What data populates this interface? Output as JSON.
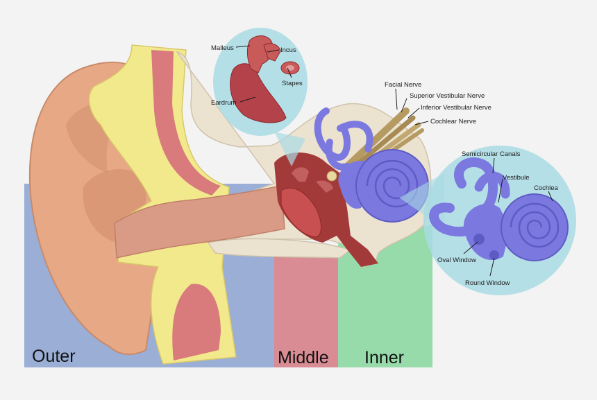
{
  "colors": {
    "background": "#f3f3f3",
    "outer": "#9aaed6",
    "middle": "#d98c94",
    "inner": "#96dba9",
    "skin": "#e7a886",
    "cartilage": "#f2e98c",
    "bone": "#ebe2d0",
    "ossicles": "#a33a3a",
    "labyrinth": "#7b79df",
    "callout": "#a9dbe4",
    "nerve": "#b59a62"
  },
  "regions": {
    "outer": "Outer",
    "middle": "Middle",
    "inner": "Inner"
  },
  "labels": {
    "malleus": "Malleus",
    "incus": "Incus",
    "stapes": "Stapes",
    "eardrum": "Eardrum",
    "facial_nerve": "Facial Nerve",
    "superior_vestibular_nerve": "Superior Vestibular Nerve",
    "inferior_vestibular_nerve": "Inferior Vestibular Nerve",
    "cochlear_nerve": "Cochlear Nerve",
    "semicircular_canals": "Semicircular Canals",
    "vestibule": "Vestibule",
    "cochlea": "Cochlea",
    "oval_window": "Oval Window",
    "round_window": "Round Window"
  }
}
